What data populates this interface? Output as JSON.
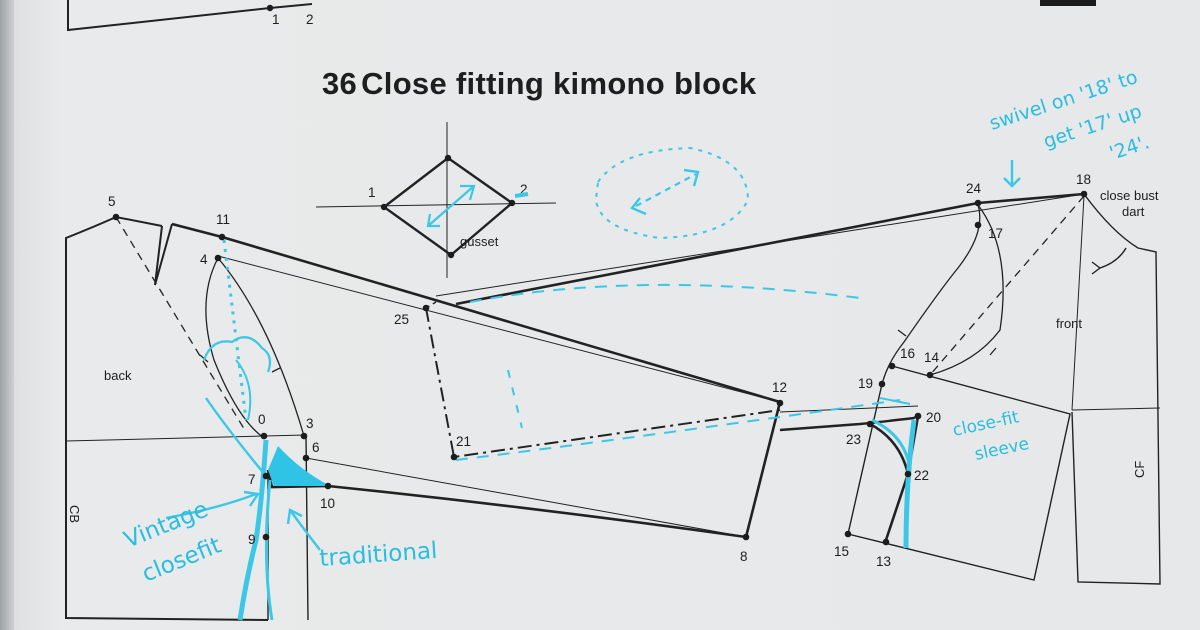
{
  "title": {
    "number": "36",
    "text": "Close fitting kimono block"
  },
  "point_labels": [
    "0",
    "1",
    "2",
    "3",
    "4",
    "5",
    "6",
    "7",
    "8",
    "9",
    "10",
    "11",
    "12",
    "13",
    "14",
    "15",
    "16",
    "17",
    "18",
    "19",
    "20",
    "21",
    "22",
    "23",
    "24",
    "25"
  ],
  "gusset": {
    "label": "gusset",
    "point_labels": [
      "1",
      "2"
    ]
  },
  "top_fragment_labels": [
    "1",
    "2"
  ],
  "piece_labels": {
    "back": "back",
    "front": "front",
    "center_back": "CB",
    "center_front": "CF",
    "close_bust_dart": "close bust dart"
  },
  "handwritten": {
    "vintage": [
      "Vintage",
      "closefit"
    ],
    "traditional": "traditional",
    "close_fit_sleeve": [
      "close-fit",
      "sleeve"
    ],
    "swivel_note": [
      "swivel on '18' to",
      "get '17' up",
      "'24'."
    ]
  },
  "colors": {
    "ink": "#1e1e1e",
    "highlighter": "#29bde0",
    "paper": "#e6e8e9"
  }
}
